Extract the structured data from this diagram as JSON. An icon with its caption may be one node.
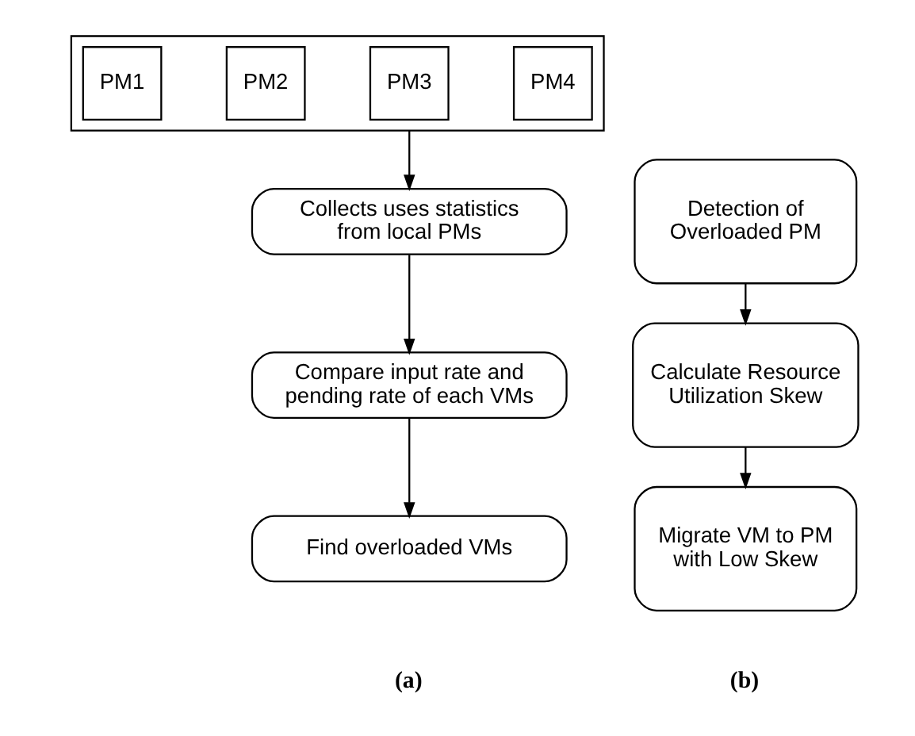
{
  "diagram": {
    "nodes": [
      {
        "text": [],
        "shape": "box"
      },
      {
        "text": [
          "PM1"
        ],
        "in": 0
      },
      {
        "text": [
          "PM2"
        ],
        "in": 0
      },
      {
        "text": [
          "PM3"
        ],
        "in": 0
      },
      {
        "text": [
          "PM4"
        ],
        "in": 0
      },
      {
        "text": [
          "Collects uses statistics from local PMs"
        ]
      },
      {
        "text": [
          "Compare input rate and pending rate of each VMs"
        ]
      },
      {
        "text": [
          "Find overloaded VMs"
        ]
      },
      {
        "text": [
          "Detection of Overloaded PM"
        ]
      },
      {
        "text": [
          "Calculate Resource Utilization Skew"
        ]
      },
      {
        "text": [
          "Migrate VM to PM with Low Skew"
        ]
      }
    ],
    "edges": [
      {
        "from": 0,
        "to": 5,
        "arrow": "to"
      },
      {
        "from": 5,
        "to": 6,
        "arrow": "to"
      },
      {
        "from": 6,
        "to": 7,
        "arrow": "to"
      },
      {
        "from": 8,
        "to": 9,
        "arrow": "to"
      },
      {
        "from": 9,
        "to": 10,
        "arrow": "to"
      }
    ],
    "labels": [
      "(a)",
      "(b)"
    ]
  }
}
